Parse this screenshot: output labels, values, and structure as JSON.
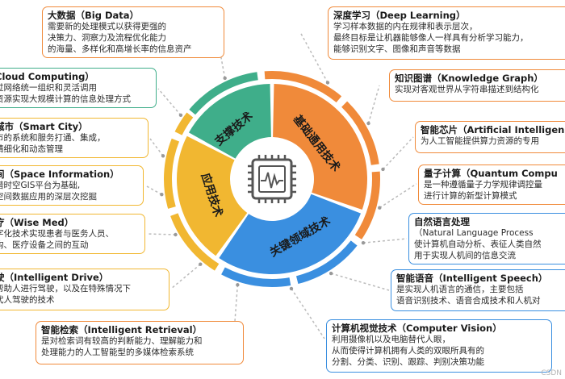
{
  "center": {
    "icon": "chip-waveform-icon"
  },
  "sectors": [
    {
      "key": "basic",
      "label": "基础通用技术",
      "color": "#f08a3a"
    },
    {
      "key": "key",
      "label": "关键领域技术",
      "color": "#3a8fe0"
    },
    {
      "key": "app",
      "label": "应用技术",
      "color": "#f1b731"
    },
    {
      "key": "support",
      "label": "支撑技术",
      "color": "#3fae8a"
    }
  ],
  "left_boxes": [
    {
      "title": "大数据（Big Data）",
      "desc": "需要新的处理模式以获得更强的\n决策力、洞察力及流程优化能力\n的海量、多样化和高增长率的信息资产"
    },
    {
      "title": "Cloud Computing）",
      "desc": "过网络统一组织和灵活调用\n资源实现大规模计算的信息处理方式"
    },
    {
      "title": "城市（Smart City）",
      "desc": "市的系统和服务打通、集成，\n精细化和动态管理"
    },
    {
      "title": "间（Space Information）",
      "desc": "借时空GIS平台为基础,\n空间数据应用的深层次挖掘"
    },
    {
      "title": "疗（Wise Med）",
      "desc": "字化技术实现患者与医务人员、\n构、医疗设备之间的互动"
    },
    {
      "title": "驶（Intelligent Drive）",
      "desc": "帮助人进行驾驶，以及在特殊情况下\n代人驾驶的技术"
    },
    {
      "title": "智能检索（Intelligent Retrieval）",
      "desc": "是对检索词有较高的判断能力、理解能力和\n处理能力的人工智能型的多媒体检索系统"
    }
  ],
  "right_boxes": [
    {
      "title": "深度学习（Deep Learning）",
      "desc": "学习样本数据的内在规律和表示层次，\n最终目标是让机器能够像人一样具有分析学习能力，\n能够识别文字、图像和声音等数据"
    },
    {
      "title": "知识图谱（Knowledge Graph）",
      "desc": "实现对客观世界从字符串描述到结构化"
    },
    {
      "title": "智能芯片（Artificial Intelligen",
      "desc": "为人工智能提供算力资源的专用"
    },
    {
      "title": "量子计算（Quantum Compu",
      "desc": "是一种遵循量子力学规律调控量\n进行计算的新型计算模式"
    },
    {
      "title": "自然语言处理",
      "desc": "（Natural Language Process\n使计算机自动分析、表征人类自然\n用于实现人机间的信息交流"
    },
    {
      "title": "智能语音（Intelligent Speech）",
      "desc": "是实现人机语言的通信，主要包括\n语音识别技术、语音合成技术和人机对"
    },
    {
      "title": "计算机视觉技术（Computer Vision）",
      "desc": "利用摄像机以及电脑替代人眼，\n从而使得计算机拥有人类的双眼所具有的\n分割、分类、识别、跟踪、判别决策功能"
    }
  ],
  "watermark": "CSDN"
}
